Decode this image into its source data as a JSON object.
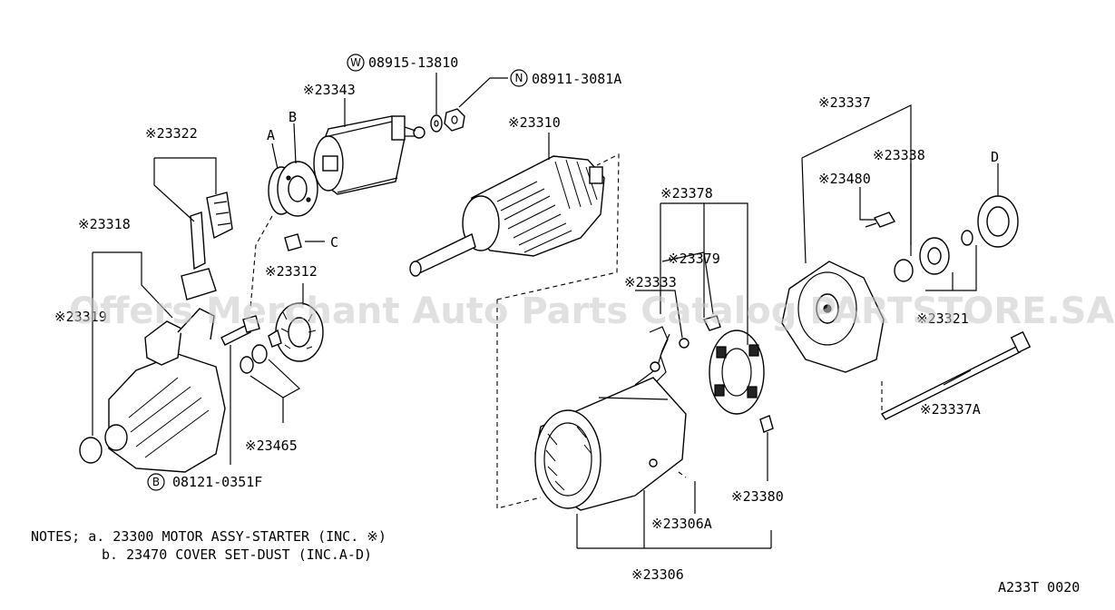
{
  "labels": {
    "p23343": "※23343",
    "p08915": "08915-13810",
    "p08911": "08911-3081A",
    "p23310": "※23310",
    "p23337": "※23337",
    "p23338": "※23338",
    "p23480": "※23480",
    "p23322": "※23322",
    "p23318": "※23318",
    "p23319": "※23319",
    "p23312": "※23312",
    "p23465": "※23465",
    "p08121": "08121-0351F",
    "p23378": "※23378",
    "p23379": "※23379",
    "p23333": "※23333",
    "p23321": "※23321",
    "p23337A": "※23337A",
    "p23380": "※23380",
    "p23306A": "※23306A",
    "p23306": "※23306",
    "letterA": "A",
    "letterB": "B",
    "letterC": "C",
    "letterD": "D"
  },
  "badges": {
    "w": "W",
    "n": "N",
    "b": "B"
  },
  "notes": {
    "line1": "NOTES; a. 23300 MOTOR ASSY-STARTER (INC. ※)",
    "line2": "b. 23470 COVER SET-DUST (INC.A-D)"
  },
  "diagram_id": "A233T 0020",
  "watermark": "Offers Merchant Auto Parts Catalog PARTSTORE.SA"
}
